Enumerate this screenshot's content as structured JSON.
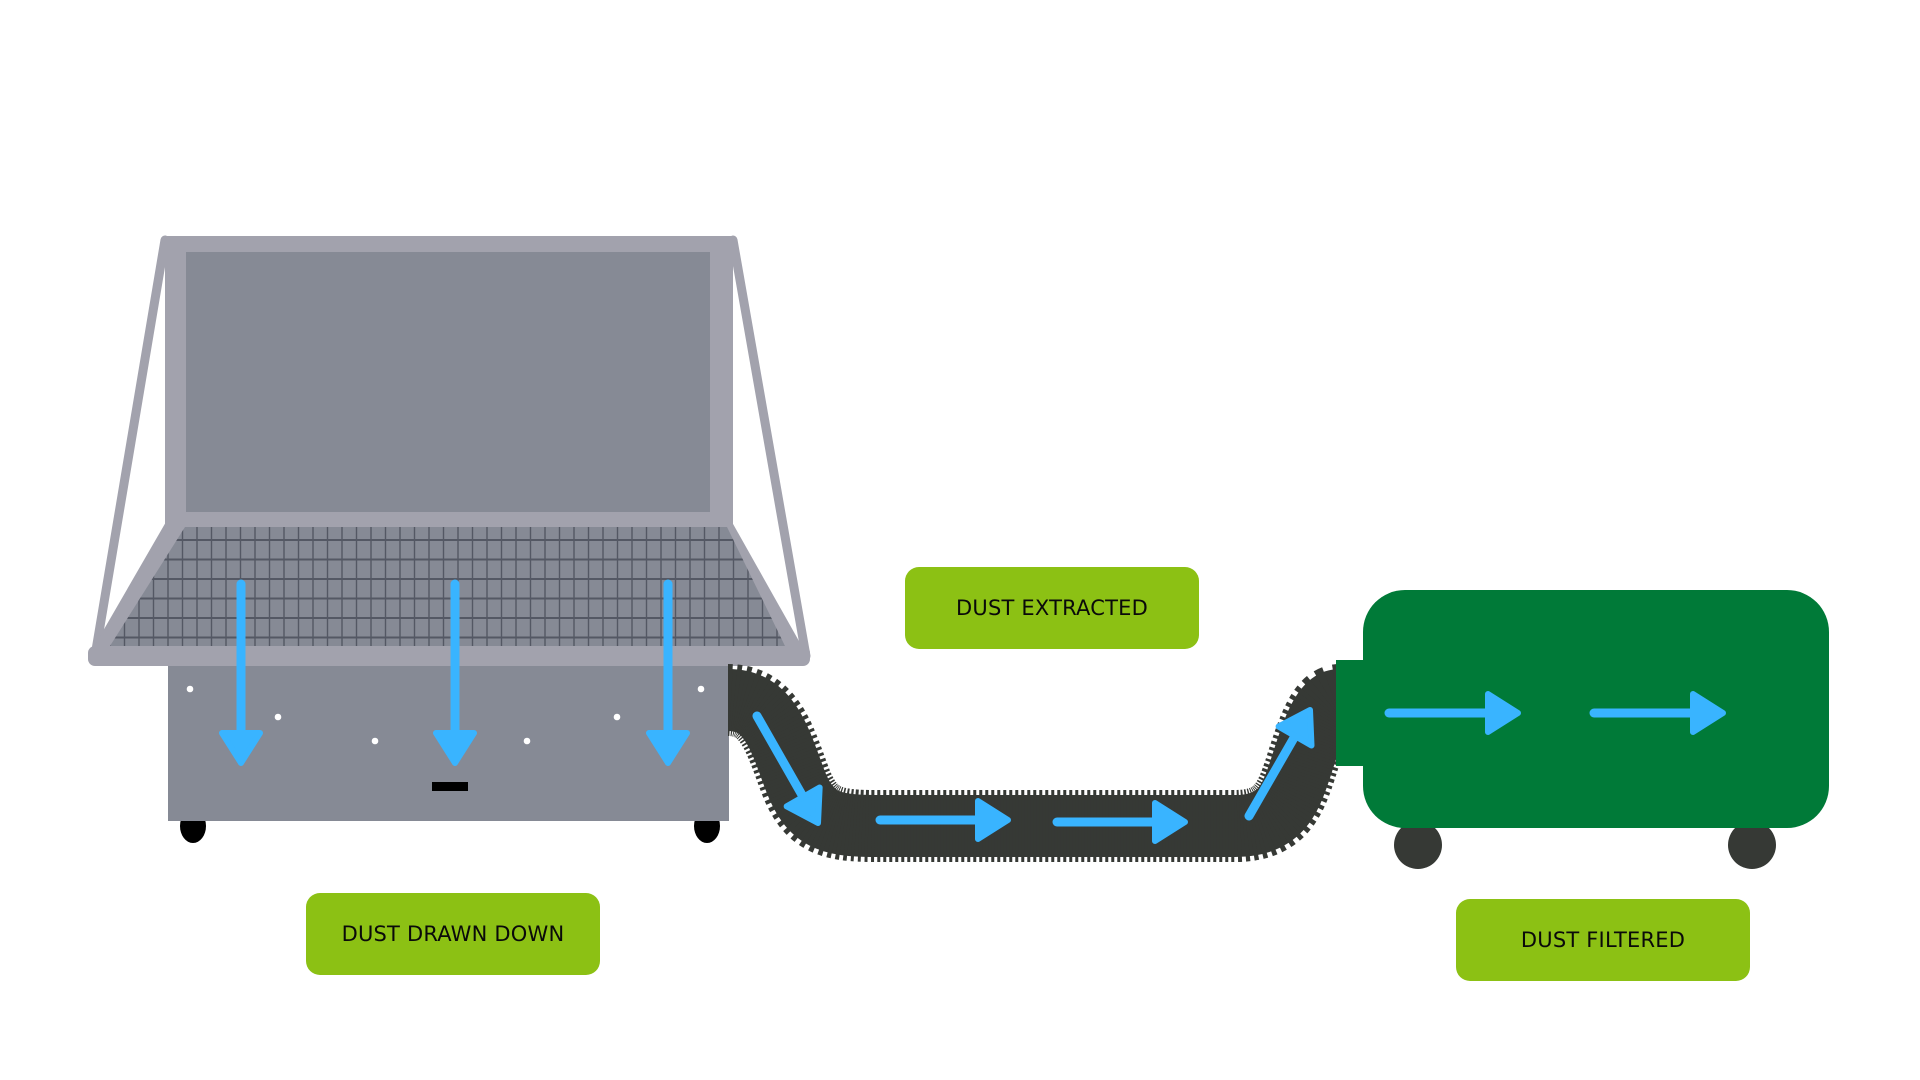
{
  "diagram": {
    "title": "Downdraft table dust extraction process",
    "stages": [
      {
        "id": "drawn",
        "label": "DUST DRAWN DOWN",
        "component": "downdraft-table"
      },
      {
        "id": "extracted",
        "label": "DUST EXTRACTED",
        "component": "extraction-hose"
      },
      {
        "id": "filtered",
        "label": "DUST FILTERED",
        "component": "dust-extractor-unit"
      }
    ],
    "flow_sequence": [
      "drawn",
      "extracted",
      "filtered"
    ]
  },
  "colors": {
    "label_bg": "#8cc114",
    "label_text": "#0a0a0a",
    "flow_arrow": "#39b4ff",
    "table_frame": "#a2a2ad",
    "table_panel": "#868a95",
    "grid_line": "#545864",
    "hose": "#363935",
    "extractor_body": "#007a38",
    "wheel_extractor": "#363935",
    "wheel_table": "#000000"
  }
}
